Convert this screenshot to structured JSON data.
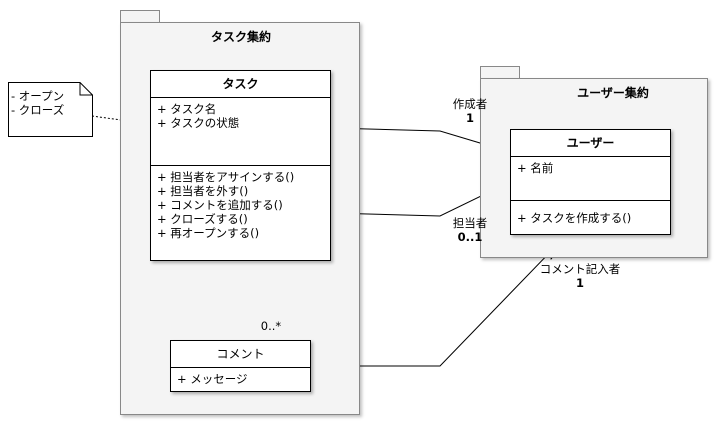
{
  "packages": {
    "task": {
      "title": "タスク集約"
    },
    "user": {
      "title": "ユーザー集約"
    }
  },
  "note": {
    "lines": [
      "- オープン",
      "- クローズ"
    ]
  },
  "classes": {
    "task": {
      "name": "タスク",
      "attributes": [
        "+ タスク名",
        "+ タスクの状態"
      ],
      "operations": [
        "+ 担当者をアサインする()",
        "+ 担当者を外す()",
        "+ コメントを追加する()",
        "+ クローズする()",
        "+ 再オープンする()"
      ]
    },
    "user": {
      "name": "ユーザー",
      "attributes": [
        "+ 名前"
      ],
      "operations": [
        "+ タスクを作成する()"
      ]
    },
    "comment": {
      "name": "コメント",
      "attributes": [
        "+ メッセージ"
      ]
    }
  },
  "associations": {
    "creator": {
      "role": "作成者",
      "multiplicity": "1"
    },
    "assignee": {
      "role": "担当者",
      "multiplicity": "0..1"
    },
    "commenter": {
      "role": "コメント記入者",
      "multiplicity": "1"
    },
    "composition": {
      "multiplicity": "0..*"
    }
  }
}
